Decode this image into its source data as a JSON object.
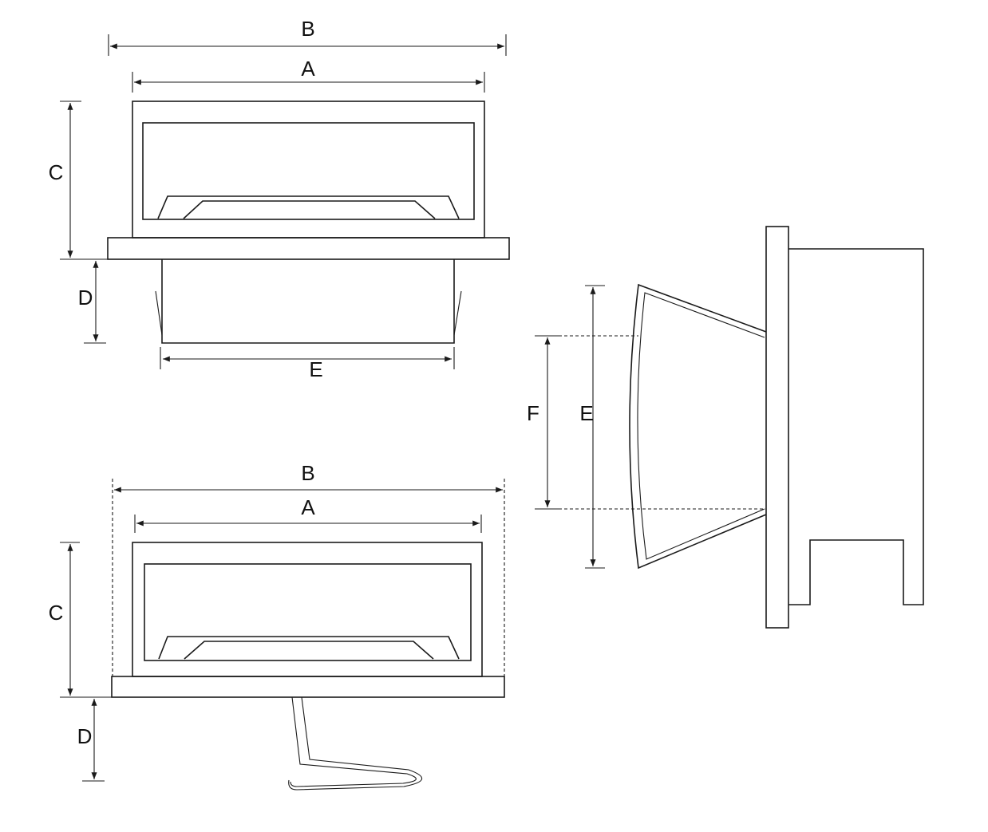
{
  "top_view": {
    "labels": {
      "B": "B",
      "A": "A",
      "C": "C",
      "D": "D",
      "E": "E"
    }
  },
  "bottom_view": {
    "labels": {
      "B": "B",
      "A": "A",
      "C": "C",
      "D": "D"
    }
  },
  "side_view": {
    "labels": {
      "F": "F",
      "E": "E"
    }
  },
  "colors": {
    "line": "#1a1a1a",
    "background": "#ffffff"
  }
}
